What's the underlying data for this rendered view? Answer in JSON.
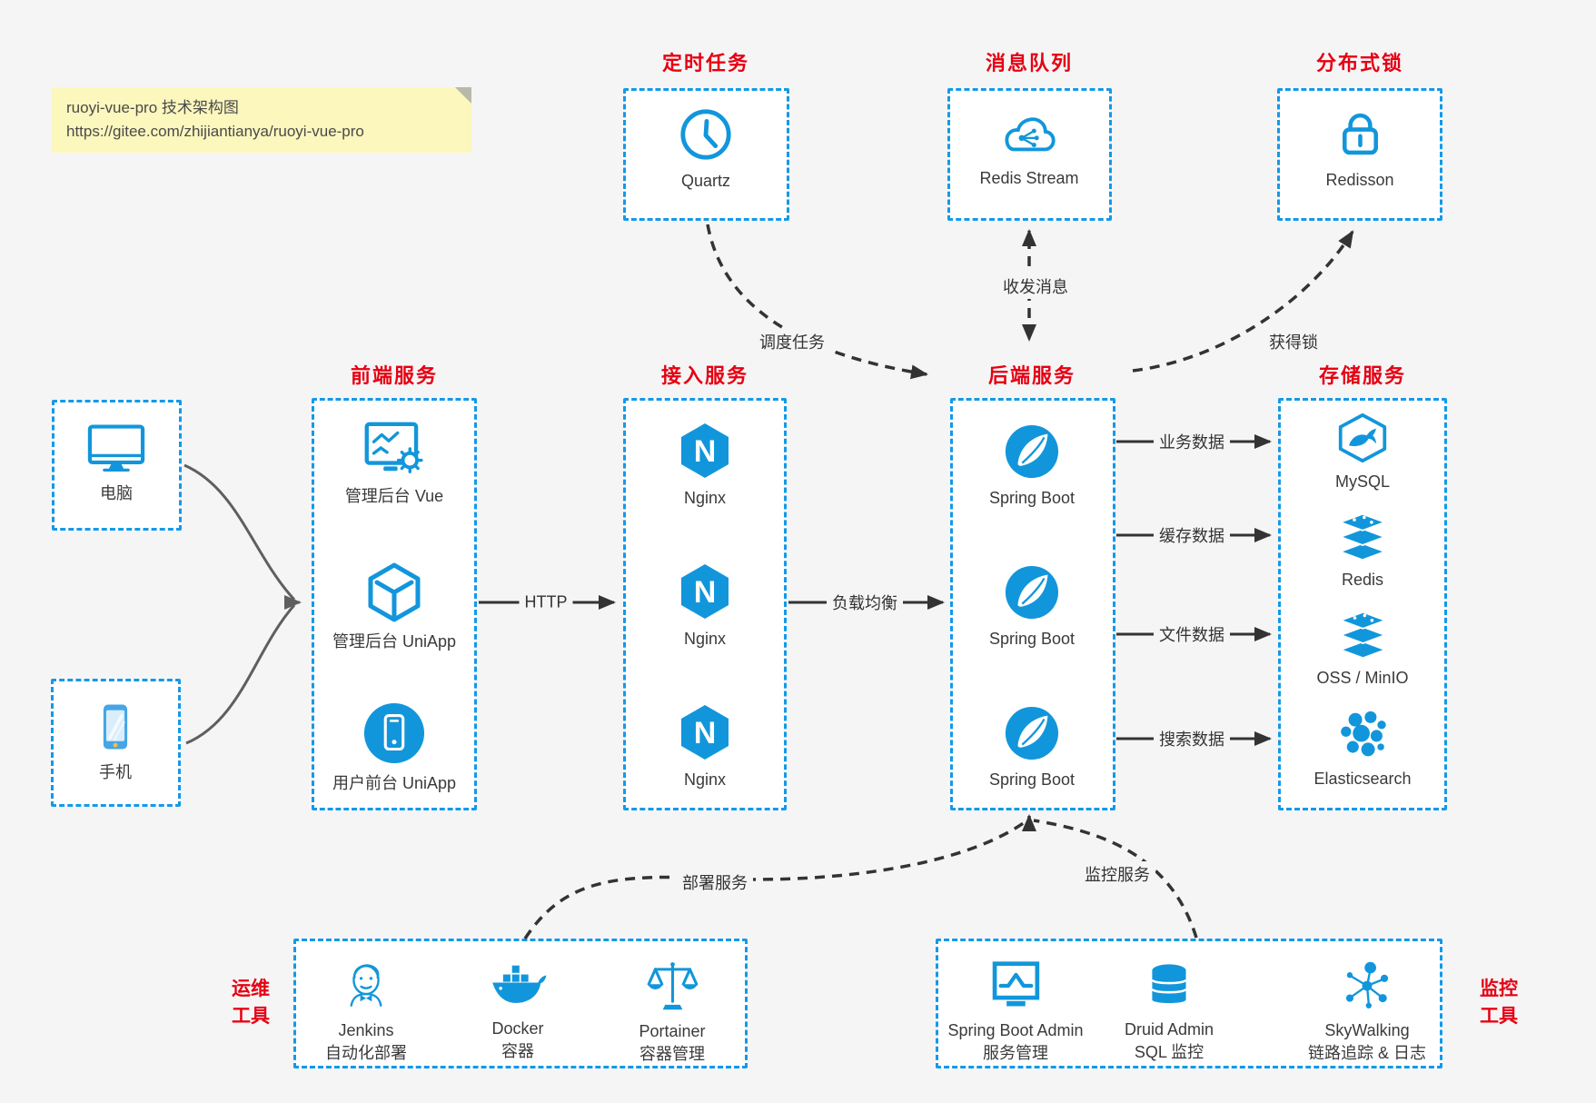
{
  "note": {
    "line1": "ruoyi-vue-pro 技术架构图",
    "line2": "https://gitee.com/zhijiantianya/ruoyi-vue-pro"
  },
  "groups": {
    "scheduled": {
      "title": "定时任务"
    },
    "mq": {
      "title": "消息队列"
    },
    "dlock": {
      "title": "分布式锁"
    },
    "frontend": {
      "title": "前端服务"
    },
    "gateway": {
      "title": "接入服务"
    },
    "backend": {
      "title": "后端服务"
    },
    "storage": {
      "title": "存储服务"
    },
    "ops": {
      "title_line1": "运维",
      "title_line2": "工具"
    },
    "monitoring": {
      "title_line1": "监控",
      "title_line2": "工具"
    }
  },
  "nodes": {
    "quartz": {
      "label": "Quartz",
      "icon": "clock-icon"
    },
    "redis_stream": {
      "label": "Redis Stream",
      "icon": "cloud-stream-icon"
    },
    "redisson": {
      "label": "Redisson",
      "icon": "lock-icon"
    },
    "pc": {
      "label": "电脑",
      "icon": "desktop-icon"
    },
    "mobile": {
      "label": "手机",
      "icon": "smartphone-icon"
    },
    "admin_vue": {
      "label": "管理后台 Vue",
      "icon": "monitor-gear-icon"
    },
    "admin_uniapp": {
      "label": "管理后台 UniApp",
      "icon": "cube-icon"
    },
    "user_uniapp": {
      "label": "用户前台 UniApp",
      "icon": "mobile-app-icon"
    },
    "nginx": {
      "label": "Nginx",
      "icon": "nginx-icon"
    },
    "spring_boot": {
      "label": "Spring Boot",
      "icon": "spring-boot-icon"
    },
    "mysql": {
      "label": "MySQL",
      "icon": "mysql-icon"
    },
    "redis": {
      "label": "Redis",
      "icon": "redis-icon"
    },
    "oss": {
      "label": "OSS / MinIO",
      "icon": "oss-icon"
    },
    "es": {
      "label": "Elasticsearch",
      "icon": "elasticsearch-icon"
    },
    "jenkins": {
      "label": "Jenkins",
      "desc": "自动化部署",
      "icon": "jenkins-icon"
    },
    "docker": {
      "label": "Docker",
      "desc": "容器",
      "icon": "docker-icon"
    },
    "portainer": {
      "label": "Portainer",
      "desc": "容器管理",
      "icon": "portainer-icon"
    },
    "sba": {
      "label": "Spring Boot Admin",
      "desc": "服务管理",
      "icon": "spring-boot-admin-icon"
    },
    "druid": {
      "label": "Druid Admin",
      "desc": "SQL 监控",
      "icon": "druid-icon"
    },
    "skywalking": {
      "label": "SkyWalking",
      "desc": "链路追踪 & 日志",
      "icon": "skywalking-icon"
    }
  },
  "edges": {
    "schedule": "调度任务",
    "send_receive": "收发消息",
    "acquire_lock": "获得锁",
    "http": "HTTP",
    "load_balance": "负载均衡",
    "business_data": "业务数据",
    "cache_data": "缓存数据",
    "file_data": "文件数据",
    "search_data": "搜索数据",
    "deploy": "部署服务",
    "monitor": "监控服务"
  },
  "colors": {
    "page_bg": "#f5f5f6",
    "box_border_blue": "#1499e8",
    "icon_blue": "#1296db",
    "title_red": "#e60012",
    "note_bg": "#fbf7bd",
    "text": "#3a3a3a",
    "wire_dark": "#333333",
    "wire_gray": "#666666"
  }
}
